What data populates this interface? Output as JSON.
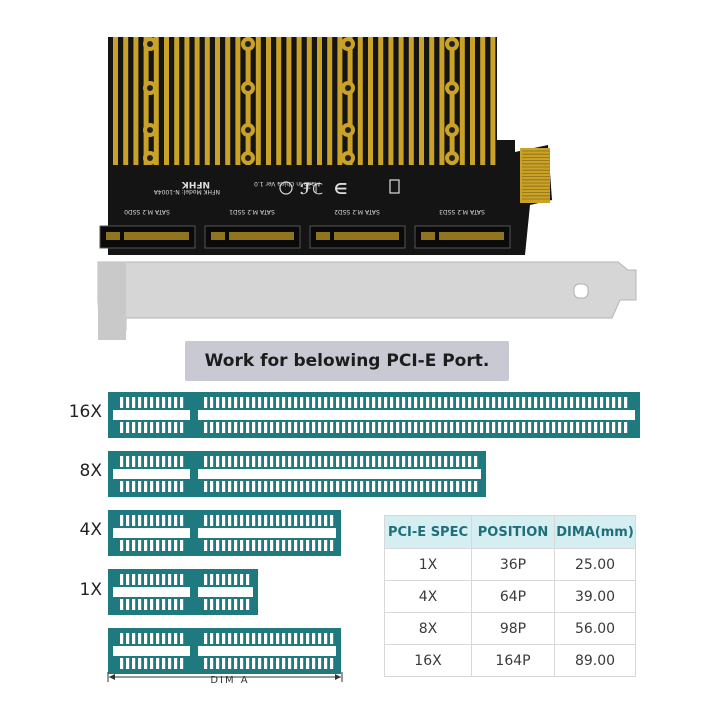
{
  "photo": {
    "board_markings": {
      "brand": "NFHK",
      "model": "NFHK Model: N-1004A",
      "origin": "Made in China Ver 1.0",
      "slot_labels": [
        "SATA M.2 SSD0",
        "SATA M.2 SSD1",
        "SATA M.2 SSD2",
        "SATA M.2 SSD3"
      ]
    }
  },
  "banner": {
    "text": "Work for belowing PCI-E Port."
  },
  "slots": {
    "labels": [
      "16X",
      "8X",
      "4X",
      "1X"
    ],
    "dim_label": "DIM A"
  },
  "table": {
    "headers": [
      "PCI-E SPEC",
      "POSITION",
      "DIMA(mm)"
    ],
    "rows": [
      [
        "1X",
        "36P",
        "25.00"
      ],
      [
        "4X",
        "64P",
        "39.00"
      ],
      [
        "8X",
        "98P",
        "56.00"
      ],
      [
        "16X",
        "164P",
        "89.00"
      ]
    ]
  },
  "colors": {
    "slot": "#1f7a80",
    "pcb": "#141414",
    "gold": "#c9a227",
    "bracket": "#d6d6d6",
    "banner": "#c9c9d4",
    "table_header_bg": "#d4eef1",
    "table_header_text": "#1f6e7a"
  }
}
